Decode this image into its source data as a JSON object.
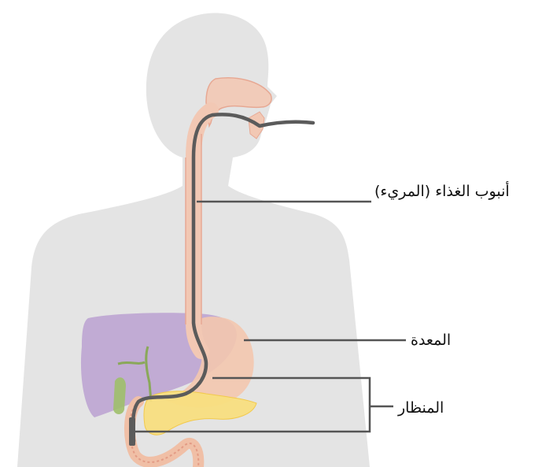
{
  "labels": {
    "esophagus": "أنبوب الغذاء (المريء)",
    "stomach": "المعدة",
    "endoscope": "المنظار"
  },
  "colors": {
    "body": "#e4e4e4",
    "esophagus": "#f2c8b4",
    "esophagus_outline": "#e7a893",
    "stomach": "#f3c7ae",
    "liver": "#b79bd0",
    "gallbladder": "#9fbf6a",
    "pancreas": "#f8de80",
    "endoscope": "#5b5b5b",
    "leader": "#555555"
  }
}
